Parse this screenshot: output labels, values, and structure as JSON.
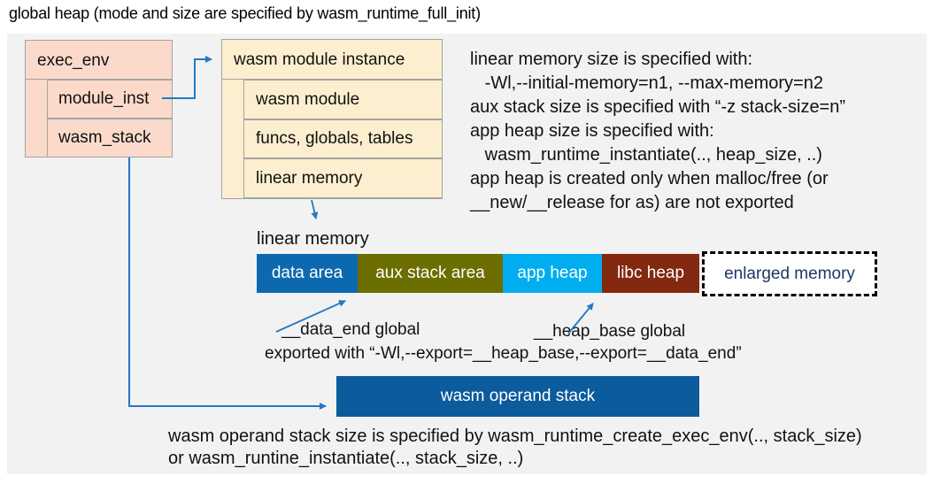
{
  "title": "global heap (mode and size are specified by wasm_runtime_full_init)",
  "exec_env_box": {
    "header": "exec_env",
    "rows": [
      {
        "label": "module_inst"
      },
      {
        "label": "wasm_stack"
      }
    ]
  },
  "module_instance_box": {
    "header": "wasm module instance",
    "rows": [
      {
        "label": "wasm module"
      },
      {
        "label": "funcs, globals, tables"
      },
      {
        "label": "linear memory"
      }
    ]
  },
  "right_notes": {
    "lines": [
      "linear memory size is specified with:",
      "   -Wl,--initial-memory=n1, --max-memory=n2",
      "aux stack size is specified with “-z stack-size=n”",
      "app heap size is specified with:",
      "   wasm_runtime_instantiate(.., heap_size, ..)",
      "app heap is created only when malloc/free (or",
      "__new/__release for as) are not exported"
    ]
  },
  "linear_memory": {
    "label": "linear memory",
    "segments": [
      {
        "label": "data area",
        "color": "#0c69af",
        "text_color": "#ffffff"
      },
      {
        "label": "aux stack area",
        "color": "#6c6e00",
        "text_color": "#ffffff"
      },
      {
        "label": "app heap",
        "color": "#00aeef",
        "text_color": "#ffffff"
      },
      {
        "label": "libc heap",
        "color": "#83290f",
        "text_color": "#ffffff"
      },
      {
        "label": "enlarged memory",
        "color": "#ffffff",
        "text_color": "#1f3864"
      }
    ],
    "data_end_label": "__data_end global",
    "heap_base_label": "__heap_base global",
    "export_note": "exported with “-Wl,--export=__heap_base,--export=__data_end”"
  },
  "operand_stack": {
    "label": "wasm operand stack",
    "color": "#0b5b9d",
    "notes": [
      "wasm operand stack size is specified by wasm_runtime_create_exec_env(.., stack_size)",
      "or wasm_runtine_instantiate(.., stack_size, ..)"
    ]
  },
  "colors": {
    "canvas": "#f2f2f2",
    "box_pink": "#fbdacc",
    "box_cream": "#fcefcf",
    "box_border": "#a3a3a3",
    "arrow": "#2279c4",
    "navy_text": "#1f3864"
  }
}
